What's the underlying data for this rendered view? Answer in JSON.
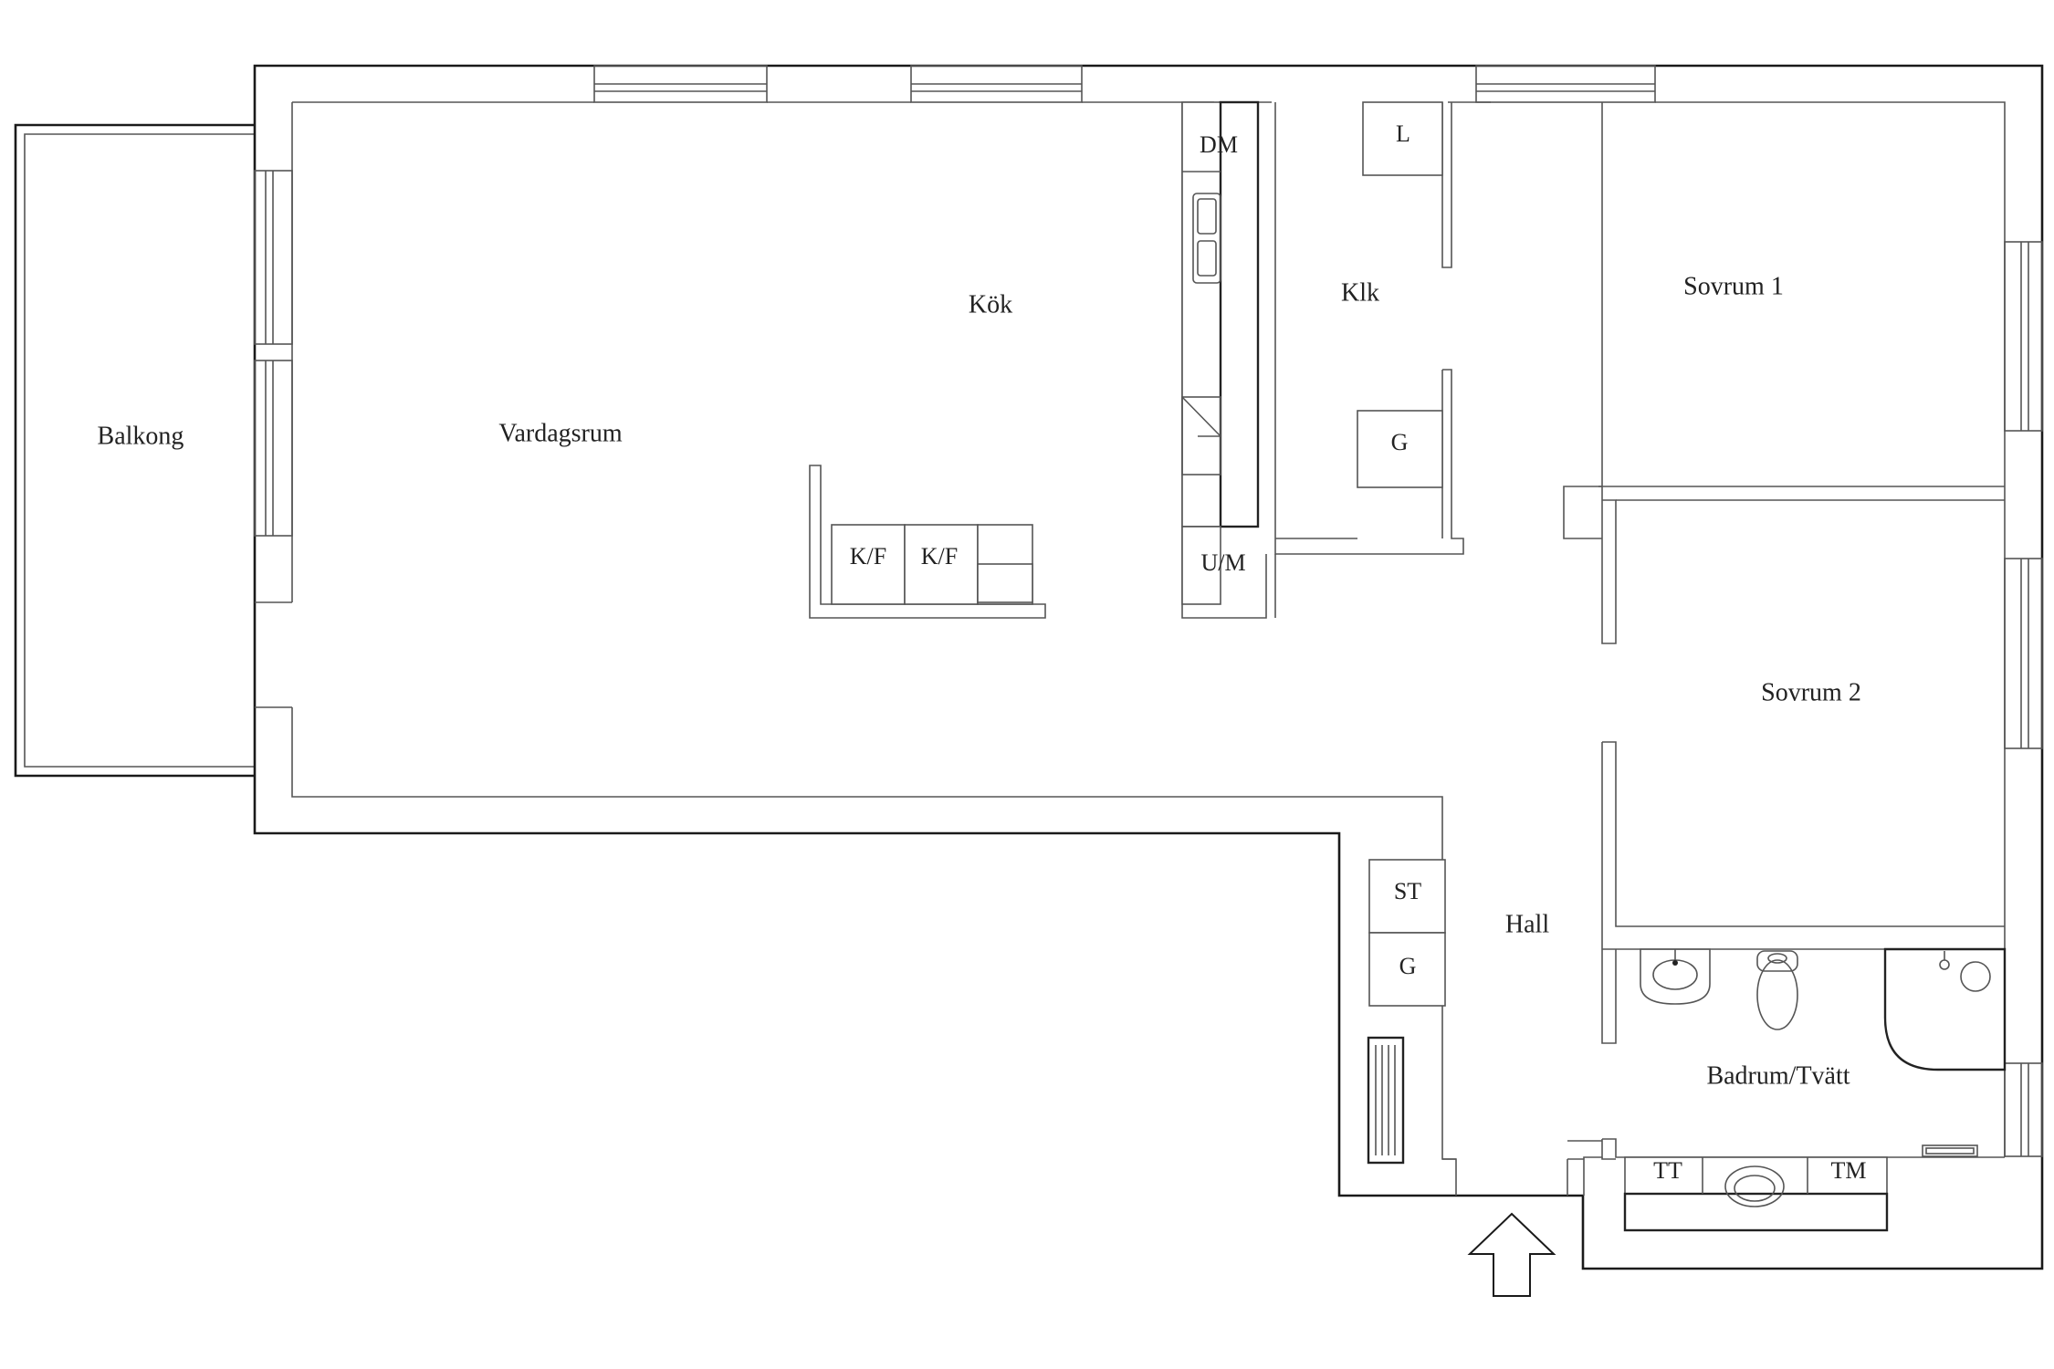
{
  "rooms": {
    "balkong": "Balkong",
    "vardagsrum": "Vardagsrum",
    "kok": "Kök",
    "klk": "Klk",
    "sovrum1": "Sovrum 1",
    "sovrum2": "Sovrum 2",
    "hall": "Hall",
    "badrum": "Badrum/Tvätt"
  },
  "appliances": {
    "dm": "DM",
    "um": "U/M",
    "kf1": "K/F",
    "kf2": "K/F",
    "klk_l": "L",
    "klk_g": "G",
    "hall_st": "ST",
    "hall_g": "G",
    "tt": "TT",
    "tm": "TM"
  },
  "icons": [
    "entrance-arrow-icon",
    "sink-icon",
    "toilet-icon",
    "shower-icon",
    "radiator-icon",
    "stove-icon"
  ],
  "colors": {
    "walls": "#1a1a1a",
    "lines": "#555555",
    "background": "#ffffff"
  }
}
